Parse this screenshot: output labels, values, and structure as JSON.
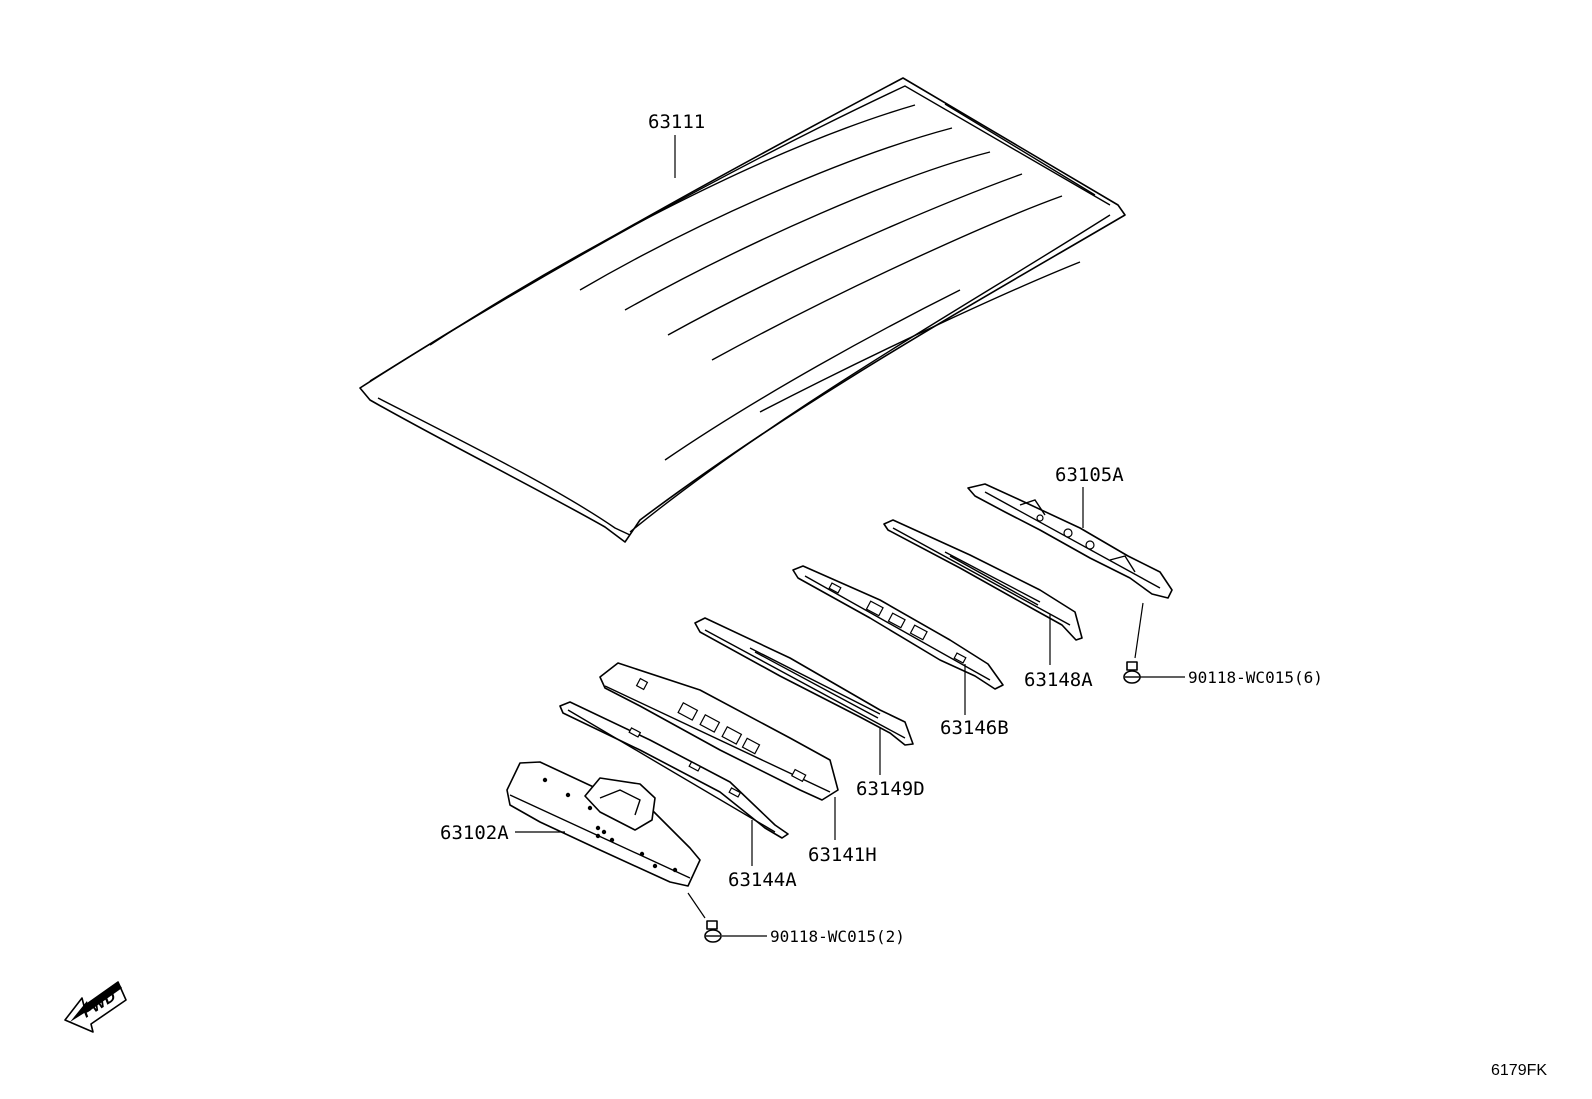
{
  "parts": {
    "roof_panel": "63111",
    "rear_bow": "63105A",
    "bow_63148a": "63148A",
    "bow_63146b": "63146B",
    "bow_63149d": "63149D",
    "bow_63141h": "63141H",
    "bow_63144a": "63144A",
    "front_header": "63102A"
  },
  "fasteners": {
    "bolt_rear": "90118-WC015(6)",
    "bolt_front": "90118-WC015(2)"
  },
  "fwd_label": "FWD",
  "diagram_code": "6179FK"
}
